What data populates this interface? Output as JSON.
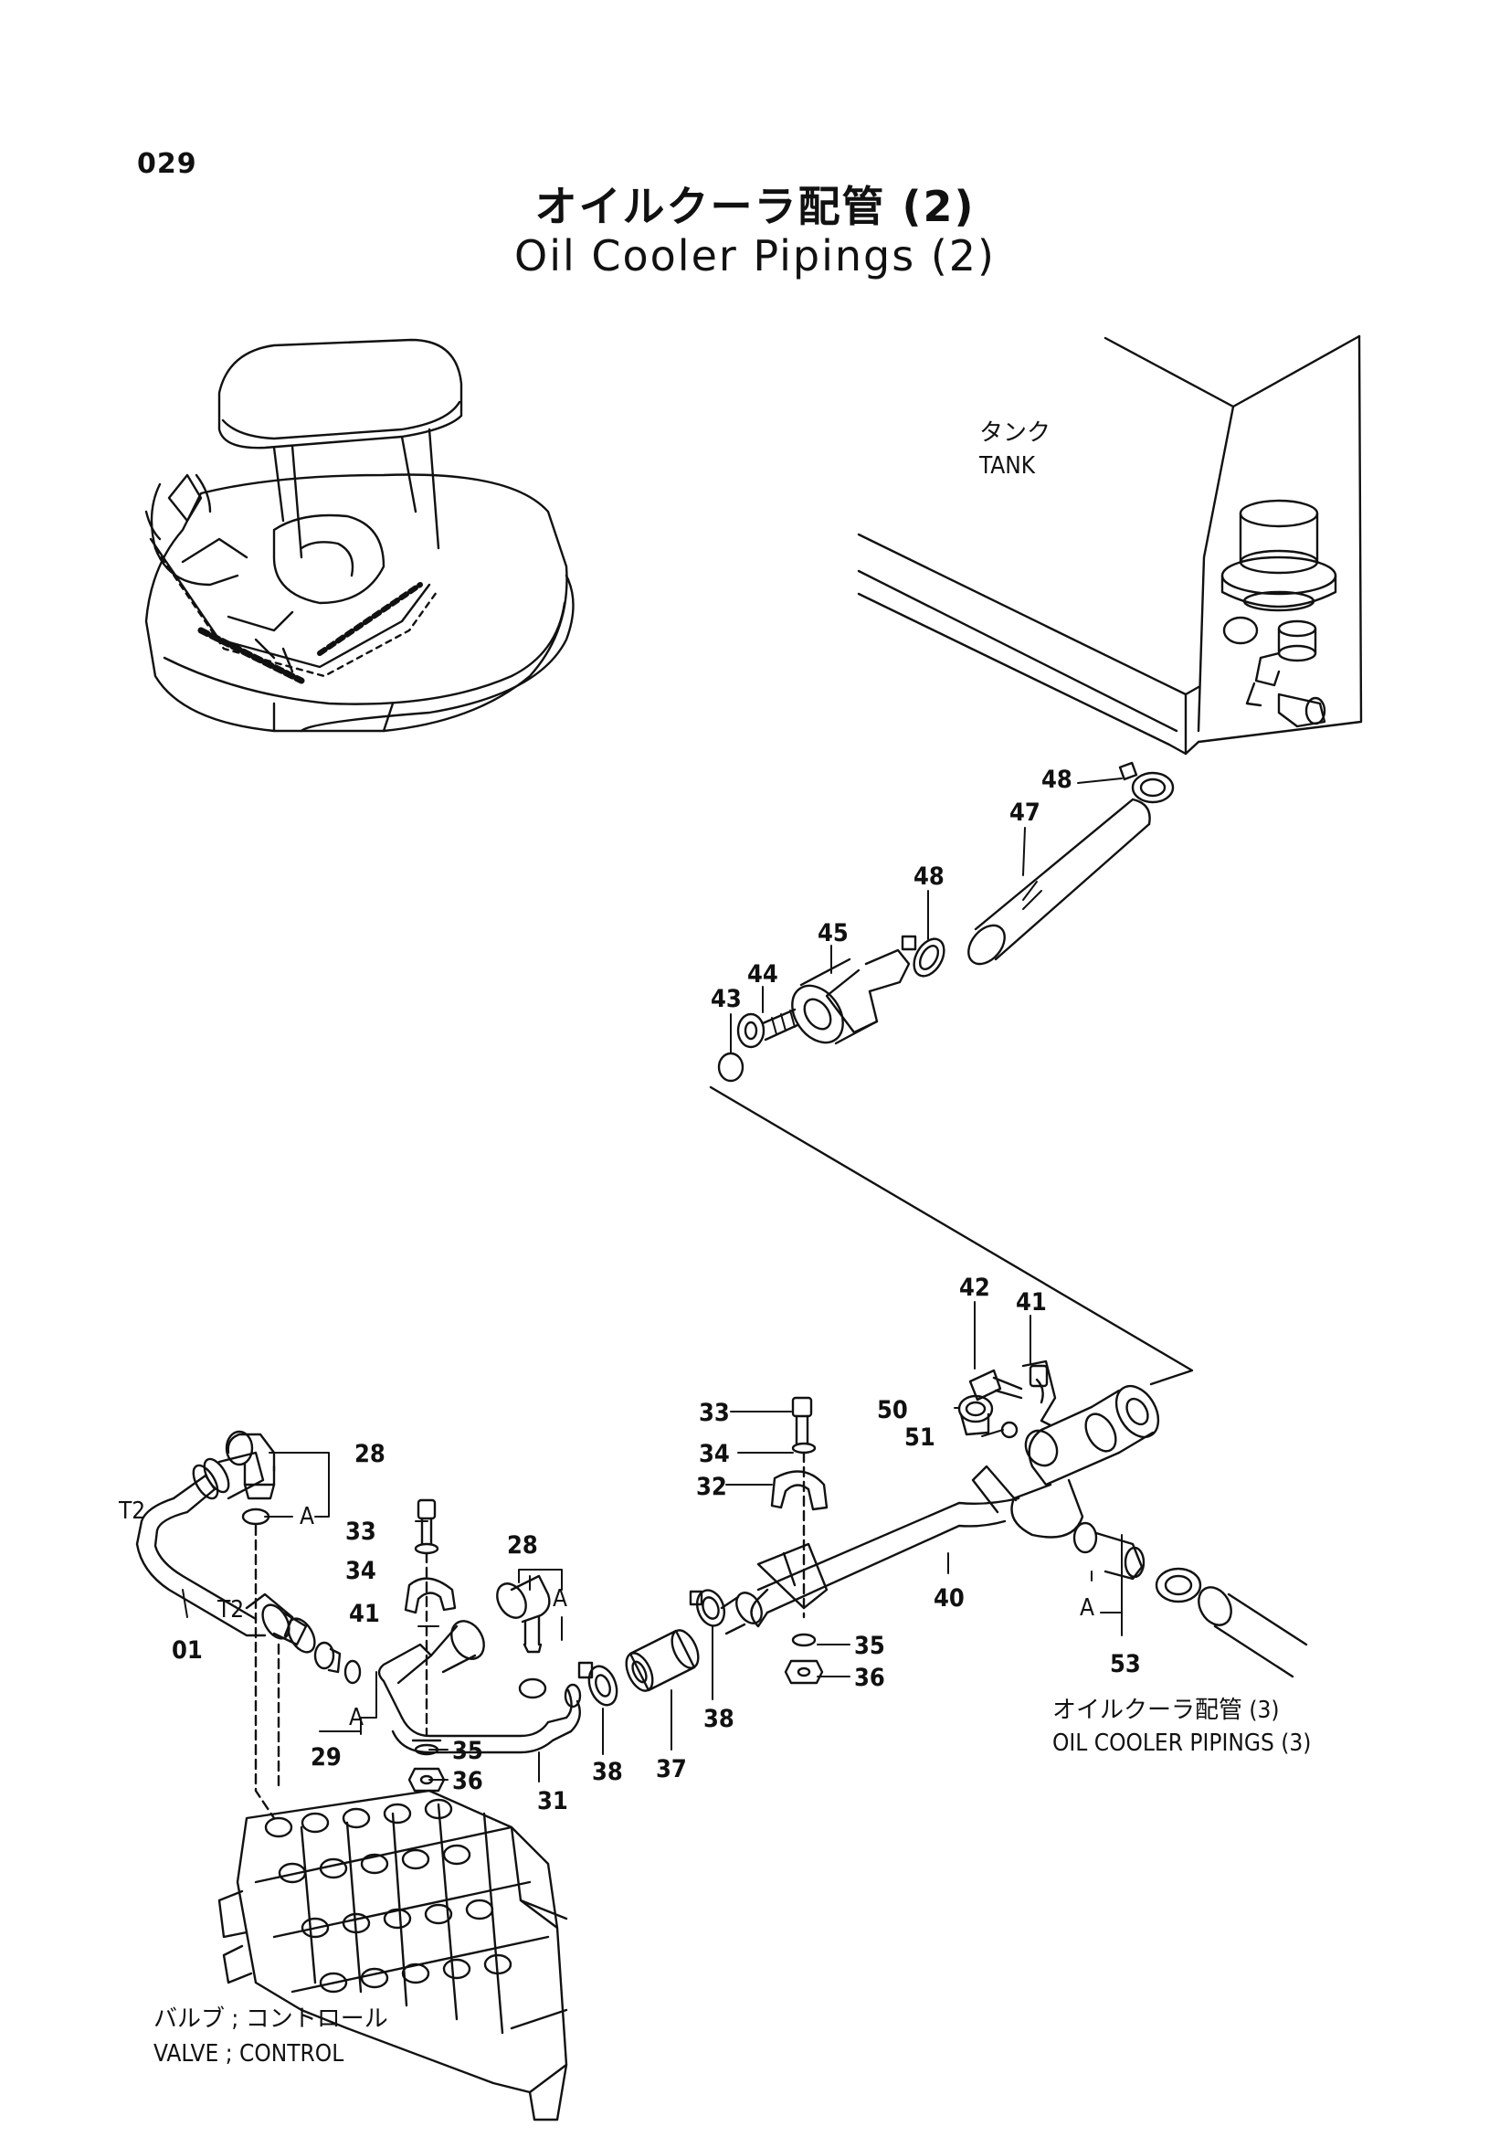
{
  "page_number": "029",
  "title": {
    "jp": "オイルクーラ配管 (2)",
    "en": "Oil Cooler Pipings (2)"
  },
  "labels": {
    "tank_jp": "タンク",
    "tank_en": "TANK",
    "valve_jp": "バルブ ; コントロール",
    "valve_en": "VALVE ; CONTROL",
    "next_jp": "オイルクーラ配管 (3)",
    "next_en": "OIL COOLER PIPINGS (3)",
    "port_t2_a": "T2",
    "port_t2_b": "T2",
    "ref_a1": "A",
    "ref_a2": "A",
    "ref_a3": "A",
    "ref_a4": "A"
  },
  "part_callouts": {
    "p01": "01",
    "p28a": "28",
    "p28b": "28",
    "p29": "29",
    "p31": "31",
    "p32": "32",
    "p33a": "33",
    "p33b": "33",
    "p34a": "34",
    "p34b": "34",
    "p35a": "35",
    "p35b": "35",
    "p36a": "36",
    "p36b": "36",
    "p37": "37",
    "p38a": "38",
    "p38b": "38",
    "p40": "40",
    "p41a": "41",
    "p41b": "41",
    "p42": "42",
    "p43": "43",
    "p44": "44",
    "p45": "45",
    "p47": "47",
    "p48a": "48",
    "p48b": "48",
    "p50": "50",
    "p51": "51",
    "p53": "53"
  }
}
